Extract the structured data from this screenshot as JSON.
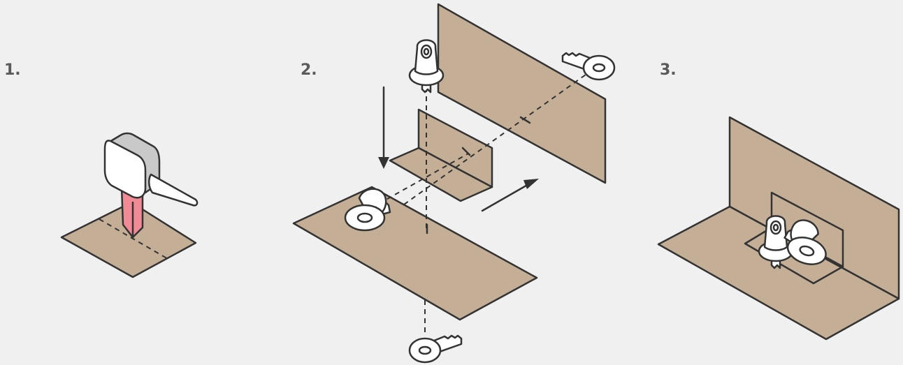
{
  "steps": [
    {
      "label": "1."
    },
    {
      "label": "2."
    },
    {
      "label": "3."
    }
  ],
  "colors": {
    "background": "#f0f0f0",
    "board": "#c4af96",
    "outline": "#333333",
    "blade": "#f08a94",
    "label": "#5a5a5a",
    "fastener": "#ffffff",
    "tool_shadow": "#c9c9c9"
  },
  "icons": [
    "cutting-tool-icon",
    "fastener-icon",
    "arrow-icon"
  ]
}
